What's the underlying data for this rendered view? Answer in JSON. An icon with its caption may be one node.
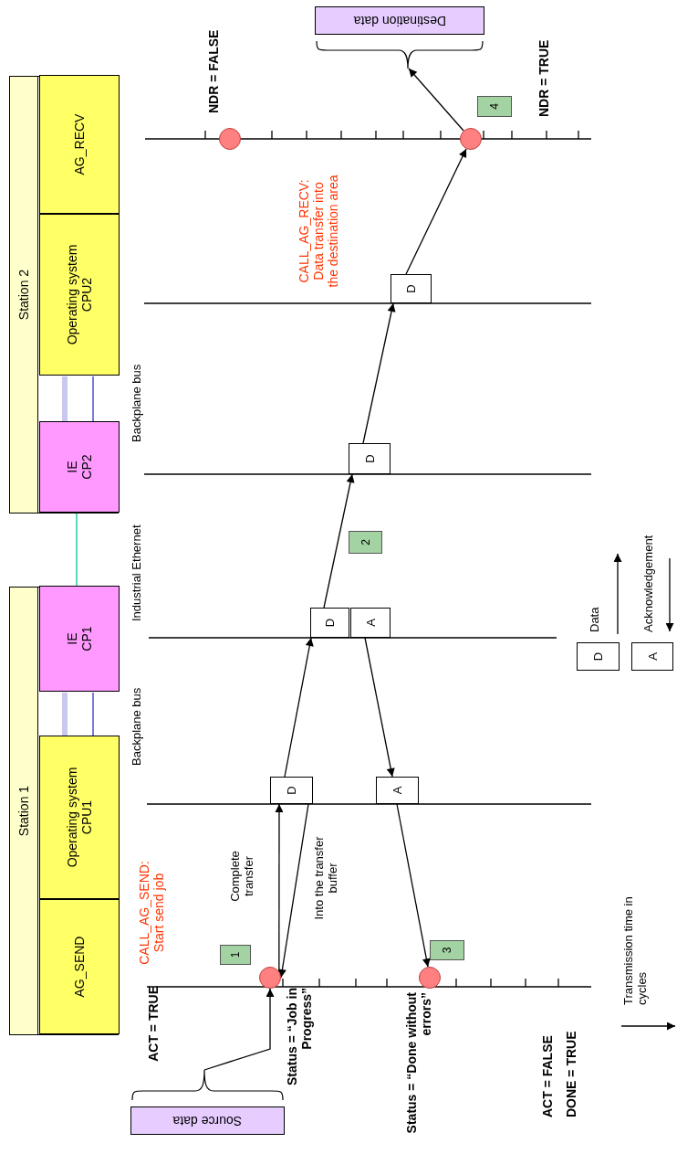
{
  "diagram": {
    "nodes": [
      {
        "text": [
          "Station 1"
        ]
      },
      {
        "text": [
          "AG_SEND"
        ],
        "in": 0
      },
      {
        "text": [
          "Operating system CPU1"
        ],
        "in": 0
      },
      {
        "text": [
          "IE CP1"
        ],
        "in": 0
      },
      {
        "text": [
          "Station 2"
        ]
      },
      {
        "text": [
          "IE CP2"
        ],
        "in": 4
      },
      {
        "text": [
          "Operating system CPU2"
        ],
        "in": 4
      },
      {
        "text": [
          "AG_RECV"
        ],
        "in": 4
      },
      {
        "text": [
          "1"
        ]
      },
      {
        "text": [],
        "shape": "circle"
      },
      {
        "text": [],
        "shape": "circle"
      },
      {
        "text": [
          "Source data"
        ]
      },
      {
        "text": [
          "D"
        ]
      },
      {
        "text": [
          "D"
        ]
      },
      {
        "text": [
          "A"
        ]
      },
      {
        "text": [
          "2"
        ]
      },
      {
        "text": [
          "D"
        ]
      },
      {
        "text": [
          "D"
        ]
      },
      {
        "text": [],
        "shape": "circle"
      },
      {
        "text": [
          "4"
        ]
      },
      {
        "text": [
          "Destination data"
        ]
      },
      {
        "text": [
          "A"
        ]
      },
      {
        "text": [],
        "shape": "circle"
      },
      {
        "text": [
          "3"
        ]
      },
      {
        "text": [
          "D"
        ]
      },
      {
        "text": [
          "A"
        ]
      }
    ],
    "edges": [
      {
        "from": 2,
        "to": 3,
        "arrow": "none",
        "style": "thick",
        "color": "#c8c8f0"
      },
      {
        "from": 2,
        "to": 3,
        "arrow": "none",
        "color": "#3333cc"
      },
      {
        "from": 3,
        "to": 5,
        "arrow": "none",
        "color": "#00c896"
      },
      {
        "from": 5,
        "to": 6,
        "arrow": "none",
        "style": "thick",
        "color": "#c8c8f0"
      },
      {
        "from": 5,
        "to": 6,
        "arrow": "none",
        "color": "#3333cc"
      },
      {
        "from": 11,
        "to": 9,
        "arrow": "to"
      },
      {
        "from": 9,
        "to": 12,
        "arrow": "to",
        "label": "Complete transfer"
      },
      {
        "from": 12,
        "to": 9,
        "arrow": "to",
        "label": "Into the transfer buffer"
      },
      {
        "from": 12,
        "to": 13,
        "arrow": "to"
      },
      {
        "from": 13,
        "to": 16,
        "arrow": "to"
      },
      {
        "from": 16,
        "to": 17,
        "arrow": "to"
      },
      {
        "from": 17,
        "to": 18,
        "arrow": "to"
      },
      {
        "from": 18,
        "to": 20,
        "arrow": "to"
      },
      {
        "from": 14,
        "to": 21,
        "arrow": "to"
      },
      {
        "from": 21,
        "to": 22,
        "arrow": "to"
      }
    ],
    "labels": [
      "Backplane bus",
      "Industrial Ethernet",
      "Backplane bus",
      "CALL_AG_SEND: Start send job",
      "ACT = TRUE",
      "Status = “Job in Progress”",
      "Status = “Done without errors”",
      "ACT = FALSE",
      "DONE = TRUE",
      "CALL_AG_RECV: Data transfer into the destination area",
      "NDR = FALSE",
      "NDR = TRUE",
      "Transmission time in cycles"
    ],
    "legend": [
      {
        "text": "Data"
      },
      {
        "text": "Acknowledgement"
      }
    ]
  }
}
